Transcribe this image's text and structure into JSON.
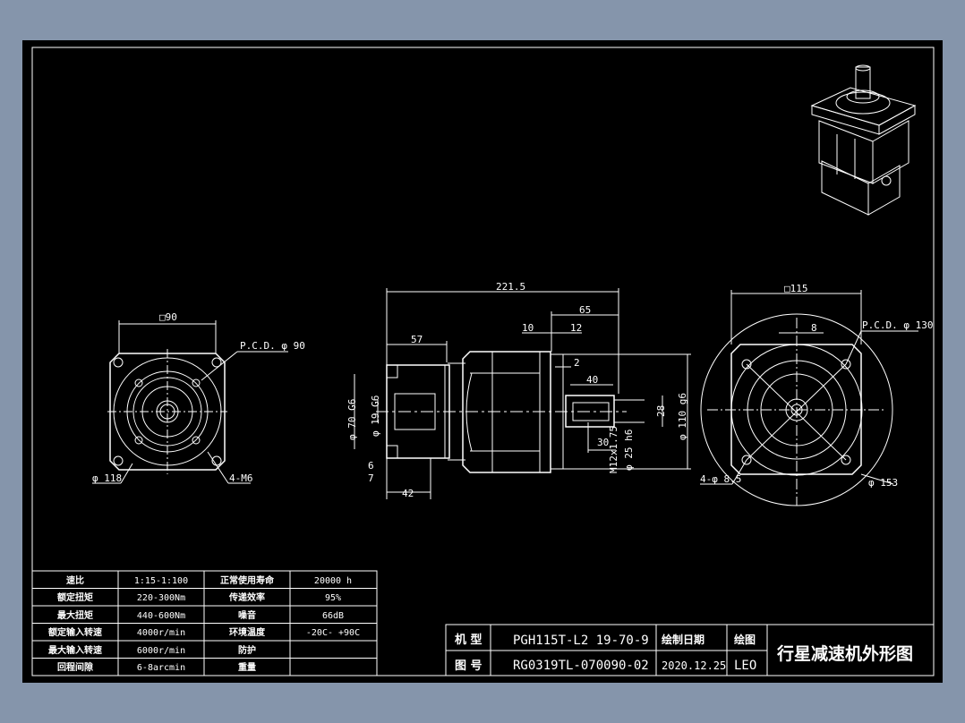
{
  "dimensions": {
    "left_view": {
      "square": "□90",
      "pcd": "P.C.D. φ 90",
      "dia": "φ 118",
      "holes": "4-M6"
    },
    "side_view": {
      "total": "221.5",
      "d65": "65",
      "d57": "57",
      "d10": "10",
      "d12": "12",
      "d2": "2",
      "d40": "40",
      "d30": "30",
      "d28": "28",
      "d6": "6",
      "d7": "7",
      "d42": "42",
      "phi70": "φ 70 G6",
      "phi19": "φ 19 G6",
      "phi110": "φ 110 g6",
      "phi25": "φ 25 h6",
      "m12": "M12x1.75"
    },
    "right_view": {
      "square": "□115",
      "pcd": "P.C.D. φ 130",
      "d8": "8",
      "holes": "4-φ 8.5",
      "dia": "φ 153"
    }
  },
  "spec_table": {
    "rows": [
      {
        "label1": "速比",
        "value1": "1:15-1:100",
        "label2": "正常使用寿命",
        "value2": "20000 h"
      },
      {
        "label1": "额定扭矩",
        "value1": "220-300Nm",
        "label2": "传递效率",
        "value2": "95%"
      },
      {
        "label1": "最大扭矩",
        "value1": "440-600Nm",
        "label2": "噪音",
        "value2": "66dB"
      },
      {
        "label1": "额定输入转速",
        "value1": "4000r/min",
        "label2": "环境温度",
        "value2": "-20C- +90C"
      },
      {
        "label1": "最大输入转速",
        "value1": "6000r/min",
        "label2": "防护",
        "value2": ""
      },
      {
        "label1": "回程间隙",
        "value1": "6-8arcmin",
        "label2": "重量",
        "value2": ""
      }
    ]
  },
  "title_block": {
    "model_label": "机 型",
    "model_value": "PGH115T-L2 19-70-9",
    "drawing_no_label": "图 号",
    "drawing_no_value": "RG0319TL-070090-02",
    "date_label": "绘制日期",
    "date_value": "2020.12.25",
    "drawer_label": "绘图",
    "drawer_value": "LEO",
    "title": "行星减速机外形图"
  }
}
